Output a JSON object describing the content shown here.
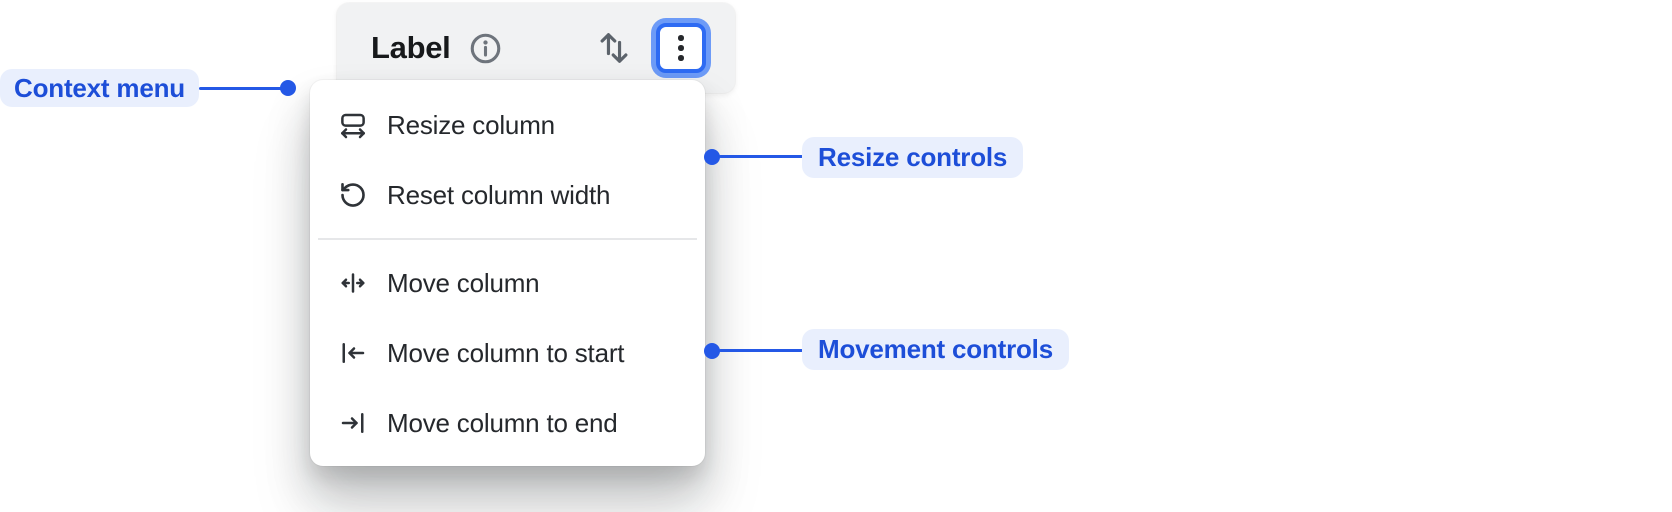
{
  "colors": {
    "accent_blue": "#2458e6",
    "annotation_text": "#1d4ed8",
    "annotation_bg": "#e9effd",
    "focus_border": "#2e6bf3",
    "focus_ring": "#6d9bf7",
    "header_bg": "#f1f2f3",
    "menu_bg": "#ffffff",
    "text_dark": "#25282c",
    "icon_gray": "#5c636b"
  },
  "header": {
    "title": "Label",
    "info_icon": "info-icon",
    "sort_icon": "sort-arrows-icon",
    "menu_icon": "kebab-menu-icon"
  },
  "context_menu": {
    "items": [
      {
        "icon": "resize-column-icon",
        "label": "Resize column"
      },
      {
        "icon": "reset-column-width-icon",
        "label": "Reset column width"
      },
      {
        "icon": "move-column-icon",
        "label": "Move column"
      },
      {
        "icon": "move-column-to-start-icon",
        "label": "Move column to start"
      },
      {
        "icon": "move-column-to-end-icon",
        "label": "Move column to end"
      }
    ]
  },
  "annotations": [
    {
      "id": "context-menu",
      "label": "Context menu"
    },
    {
      "id": "resize-controls",
      "label": "Resize controls"
    },
    {
      "id": "movement-controls",
      "label": "Movement controls"
    }
  ]
}
